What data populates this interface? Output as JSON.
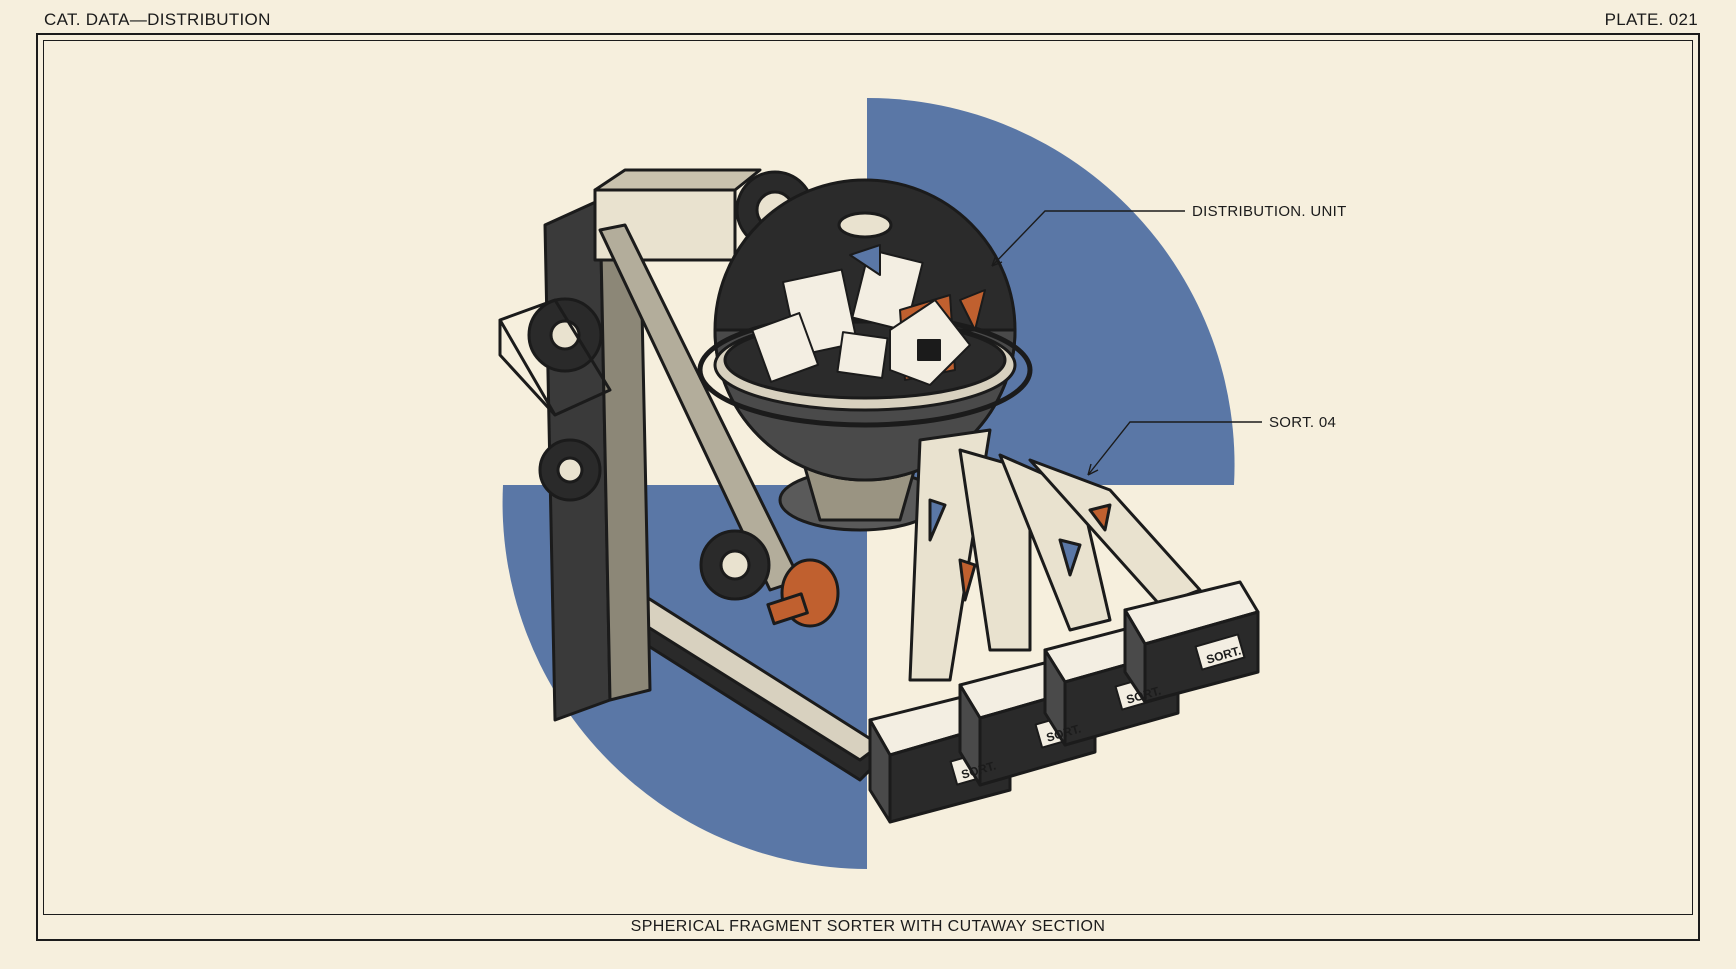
{
  "header": {
    "category": "CAT. DATA—DISTRIBUTION",
    "plate": "PLATE. 021"
  },
  "callouts": {
    "distribution_unit": "DISTRIBUTION. UNIT",
    "sort_label": "SORT. 04"
  },
  "bins": {
    "label": "SORT."
  },
  "caption": "SPHERICAL FRAGMENT SORTER WITH CUTAWAY SECTION",
  "colors": {
    "paper": "#f6efdd",
    "ink": "#1b1b1b",
    "accent_blue": "#5a77a6",
    "accent_rust": "#c0602f"
  }
}
